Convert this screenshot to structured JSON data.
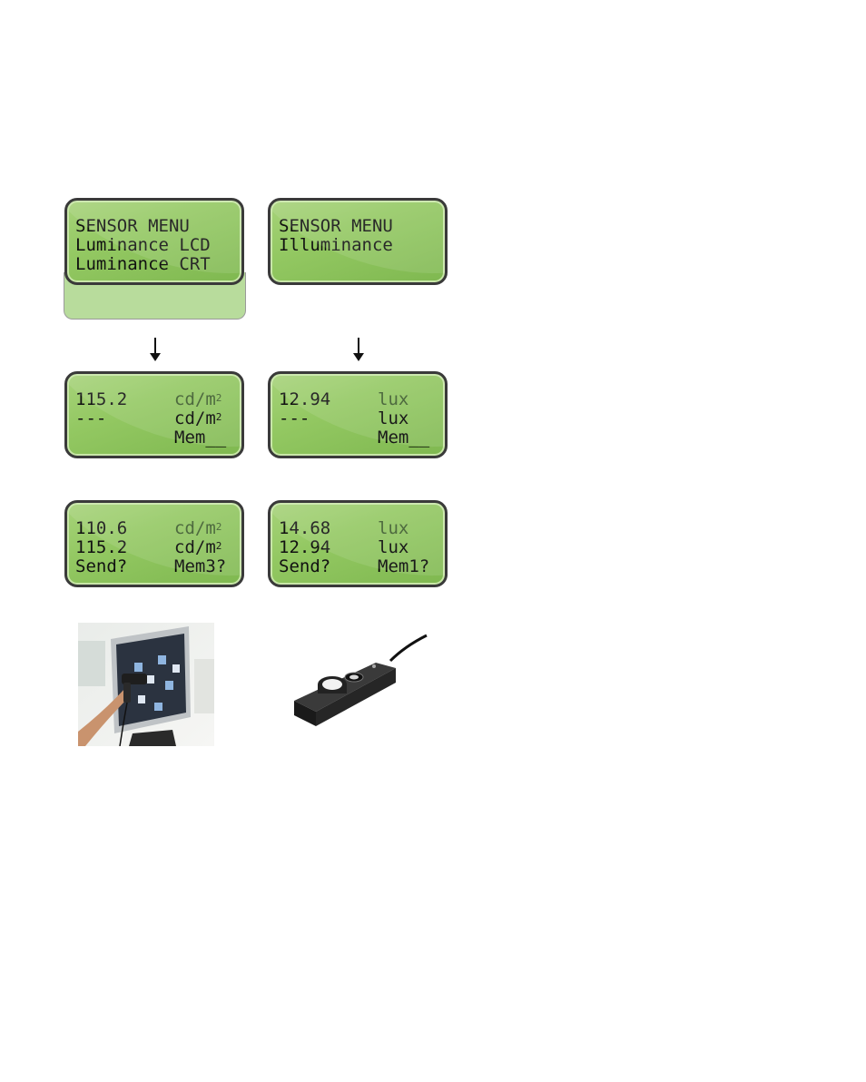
{
  "panels": {
    "menu_left": {
      "line1": "SENSOR MENU",
      "line2": "Luminance LCD",
      "line3": "Luminance CRT"
    },
    "menu_right": {
      "line1": "SENSOR MENU",
      "line2": "Illuminance"
    },
    "reading_left": {
      "value1": "115.2",
      "unit1": "cd/m",
      "value2": "---",
      "unit2": "cd/m",
      "mem": "Mem__"
    },
    "reading_right": {
      "value1": "12.94",
      "unit1": "lux",
      "value2": "---",
      "unit2": "lux",
      "mem": "Mem__"
    },
    "save_left": {
      "value1": "110.6",
      "unit1": "cd/m",
      "value2": "115.2",
      "unit2": "cd/m",
      "send": "Send?",
      "mem": "Mem3?"
    },
    "save_right": {
      "value1": "14.68",
      "unit1": "lux",
      "value2": "12.94",
      "unit2": "lux",
      "send": "Send?",
      "mem": "Mem1?"
    },
    "sup": "2"
  },
  "colors": {
    "lcd": "#93c862",
    "lcd_border": "#3a3a3a",
    "ext": "#b8dc9c"
  }
}
